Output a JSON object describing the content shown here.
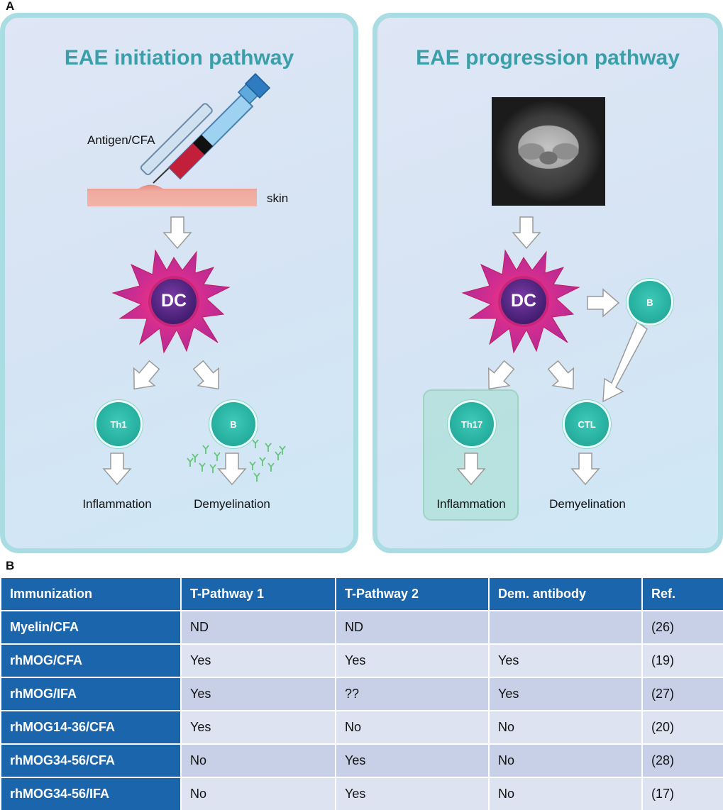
{
  "panel_a": {
    "letter": "A",
    "left": {
      "title": "EAE initiation pathway",
      "antigen_label": "Antigen/CFA",
      "skin_label": "skin",
      "dc_label": "DC",
      "th_label": "Th1",
      "b_label": "B",
      "outcome_left": "Inflammation",
      "outcome_right": "Demyelination"
    },
    "right": {
      "title": "EAE progression pathway",
      "dc_label": "DC",
      "b_label": "B",
      "th_label": "Th17",
      "ctl_label": "CTL",
      "outcome_left": "Inflammation",
      "outcome_right": "Demyelination"
    }
  },
  "panel_b": {
    "letter": "B",
    "headers": [
      "Immunization",
      "T-Pathway 1",
      "T-Pathway 2",
      "Dem. antibody",
      "Ref."
    ],
    "rows": [
      [
        "Myelin/CFA",
        "ND",
        "ND",
        "",
        "(26)"
      ],
      [
        "rhMOG/CFA",
        "Yes",
        "Yes",
        "Yes",
        "(19)"
      ],
      [
        "rhMOG/IFA",
        "Yes",
        "??",
        "Yes",
        "(27)"
      ],
      [
        "rhMOG14-36/CFA",
        "Yes",
        "No",
        "No",
        "(20)"
      ],
      [
        "rhMOG34-56/CFA",
        "No",
        "Yes",
        "No",
        "(28)"
      ],
      [
        "rhMOG34-56/IFA",
        "No",
        "Yes",
        "No",
        "(17)"
      ]
    ]
  },
  "colors": {
    "panel_border": "#a9dde3",
    "title": "#3a9fa9",
    "cell": "#2bb5a5",
    "dc_body": "#c42a8e",
    "dc_nucleus": "#5a2a8a",
    "table_header": "#1b65ad",
    "table_row_dark": "#c7d0e7",
    "table_row_light": "#dde3f1"
  }
}
